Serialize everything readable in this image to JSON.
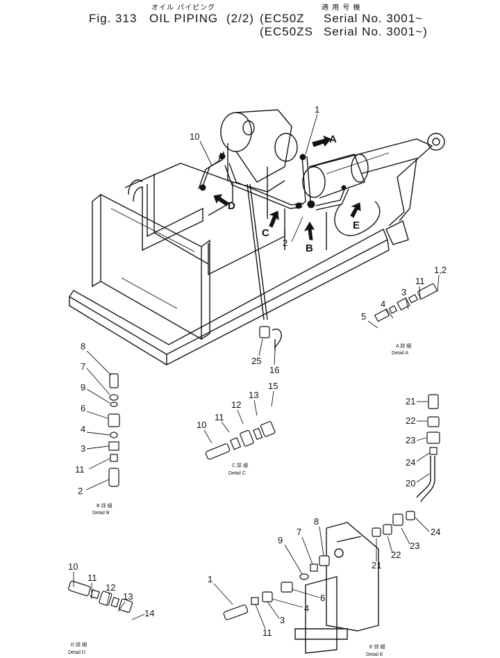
{
  "header": {
    "title_jp": "オイル パイピング",
    "fig": "Fig. 313",
    "title": "OIL  PIPING",
    "sheet": "(2/2)",
    "applicable_jp": "適 用 号 機",
    "model1": "(EC50Z",
    "serial1": "Serial No. 3001~",
    "model2": "(EC50ZS",
    "serial2": "Serial No. 3001~)"
  },
  "arrows": [
    "A",
    "B",
    "C",
    "D",
    "E"
  ],
  "main_labels": [
    "10",
    "1",
    "2",
    "25",
    "16"
  ],
  "detail_a": {
    "labels": [
      "1,2",
      "11",
      "3",
      "4",
      "5"
    ],
    "caption_jp": "A 詳 細",
    "caption": "Detail  A"
  },
  "detail_b": {
    "labels": [
      "8",
      "7",
      "9",
      "6",
      "4",
      "3",
      "11",
      "2"
    ],
    "caption_jp": "B 詳 細",
    "caption": "Detail  B"
  },
  "detail_c": {
    "labels": [
      "15",
      "13",
      "12",
      "11",
      "10"
    ],
    "caption_jp": "C 詳 細",
    "caption": "Detail  C"
  },
  "detail_d": {
    "labels": [
      "10",
      "11",
      "12",
      "13",
      "14"
    ],
    "caption_jp": "D 詳 細",
    "caption": "Detail  D"
  },
  "detail_e": {
    "labels": [
      "21",
      "22",
      "23",
      "24",
      "20",
      "24",
      "23",
      "22",
      "21",
      "8",
      "7",
      "9",
      "6",
      "4",
      "1",
      "3",
      "11"
    ],
    "caption_jp": "E 詳 細",
    "caption": "Detail  E"
  }
}
